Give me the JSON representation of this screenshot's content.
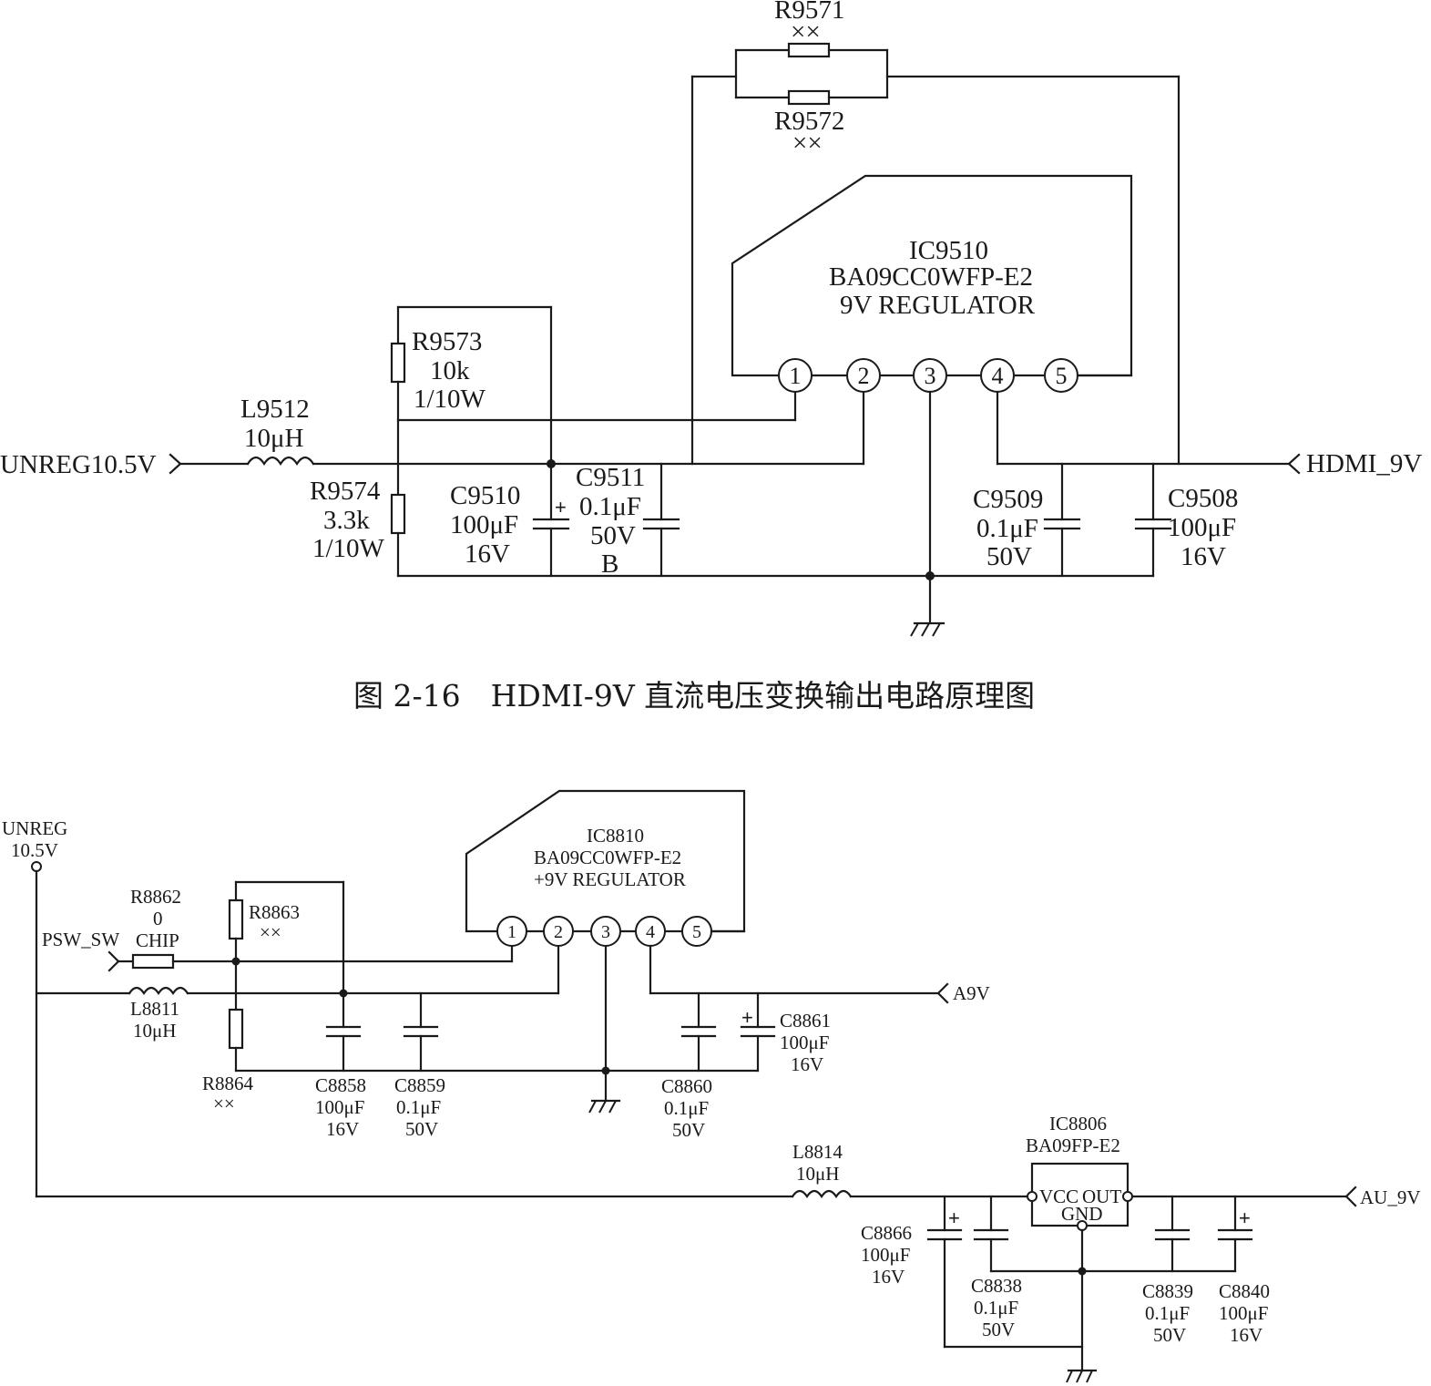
{
  "caption": "图 2-16　HDMI-9V 直流电压变换输出电路原理图",
  "top": {
    "input_label": "UNREG10.5V",
    "output_label": "HDMI_9V",
    "ic": {
      "ref": "IC9510",
      "part": "BA09CC0WFP-E2",
      "desc": "9V REGULATOR",
      "pins": [
        "1",
        "2",
        "3",
        "4",
        "5"
      ]
    },
    "l9512": {
      "ref": "L9512",
      "value": "10μH"
    },
    "r9571": {
      "ref": "R9571",
      "value": "××"
    },
    "r9572": {
      "ref": "R9572",
      "value": "××"
    },
    "r9573": {
      "ref": "R9573",
      "value": "10k",
      "rating": "1/10W"
    },
    "r9574": {
      "ref": "R9574",
      "value": "3.3k",
      "rating": "1/10W"
    },
    "c9510": {
      "ref": "C9510",
      "value": "100μF",
      "rating": "16V"
    },
    "c9511": {
      "ref": "C9511",
      "value": "0.1μF",
      "rating": "50V",
      "extra": "B"
    },
    "c9509": {
      "ref": "C9509",
      "value": "0.1μF",
      "rating": "50V"
    },
    "c9508": {
      "ref": "C9508",
      "value": "100μF",
      "rating": "16V"
    }
  },
  "bottom": {
    "input_label_1": "UNREG",
    "input_label_2": "10.5V",
    "psw_label": "PSW_SW",
    "a9v_label": "A9V",
    "au9v_label": "AU_9V",
    "ic8810": {
      "ref": "IC8810",
      "part": "BA09CC0WFP-E2",
      "desc": "+9V REGULATOR",
      "pins": [
        "1",
        "2",
        "3",
        "4",
        "5"
      ]
    },
    "ic8806": {
      "ref": "IC8806",
      "part": "BA09FP-E2",
      "vcc": "VCC",
      "out": "OUT",
      "gnd": "GND"
    },
    "r8862": {
      "ref": "R8862",
      "value": "0",
      "extra": "CHIP"
    },
    "r8863": {
      "ref": "R8863",
      "value": "××"
    },
    "r8864": {
      "ref": "R8864",
      "value": "××"
    },
    "l8811": {
      "ref": "L8811",
      "value": "10μH"
    },
    "l8814": {
      "ref": "L8814",
      "value": "10μH"
    },
    "c8858": {
      "ref": "C8858",
      "value": "100μF",
      "rating": "16V"
    },
    "c8859": {
      "ref": "C8859",
      "value": "0.1μF",
      "rating": "50V"
    },
    "c8860": {
      "ref": "C8860",
      "value": "0.1μF",
      "rating": "50V"
    },
    "c8861": {
      "ref": "C8861",
      "value": "100μF",
      "rating": "16V"
    },
    "c8866": {
      "ref": "C8866",
      "value": "100μF",
      "rating": "16V"
    },
    "c8838": {
      "ref": "C8838",
      "value": "0.1μF",
      "rating": "50V"
    },
    "c8839": {
      "ref": "C8839",
      "value": "0.1μF",
      "rating": "50V"
    },
    "c8840": {
      "ref": "C8840",
      "value": "100μF",
      "rating": "16V"
    }
  }
}
